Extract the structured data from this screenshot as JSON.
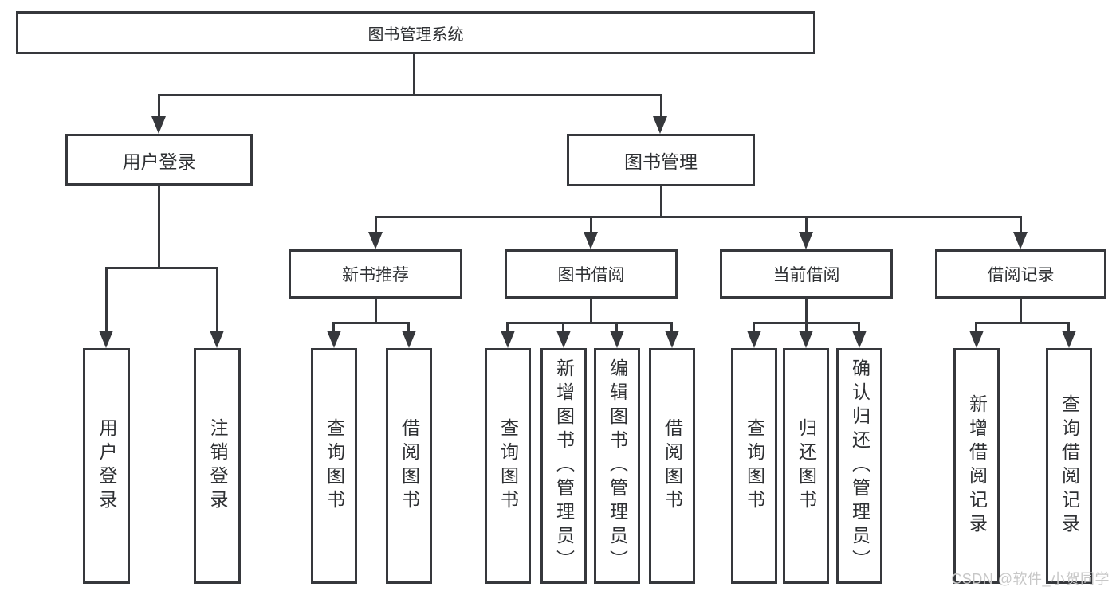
{
  "tree": {
    "root": "图书管理系统",
    "user_login": {
      "label": "用户登录",
      "children": [
        "用户登录",
        "注销登录"
      ]
    },
    "book_management": {
      "label": "图书管理",
      "new_book_recommend": {
        "label": "新书推荐",
        "children": [
          "查询图书",
          "借阅图书"
        ]
      },
      "book_borrowing": {
        "label": "图书借阅",
        "children": [
          "查询图书",
          "新增图书（管理员）",
          "编辑图书（管理员）",
          "借阅图书"
        ]
      },
      "current_borrowing": {
        "label": "当前借阅",
        "children": [
          "查询图书",
          "归还图书",
          "确认归还（管理员）"
        ]
      },
      "borrowing_records": {
        "label": "借阅记录",
        "children": [
          "新增借阅记录",
          "查询借阅记录"
        ]
      }
    }
  },
  "watermark": "CSDN @软件_小贺同学",
  "colors": {
    "line": "#36383c",
    "text": "#2e3033",
    "background": "#ffffff",
    "watermark": "#c7c7c7"
  }
}
